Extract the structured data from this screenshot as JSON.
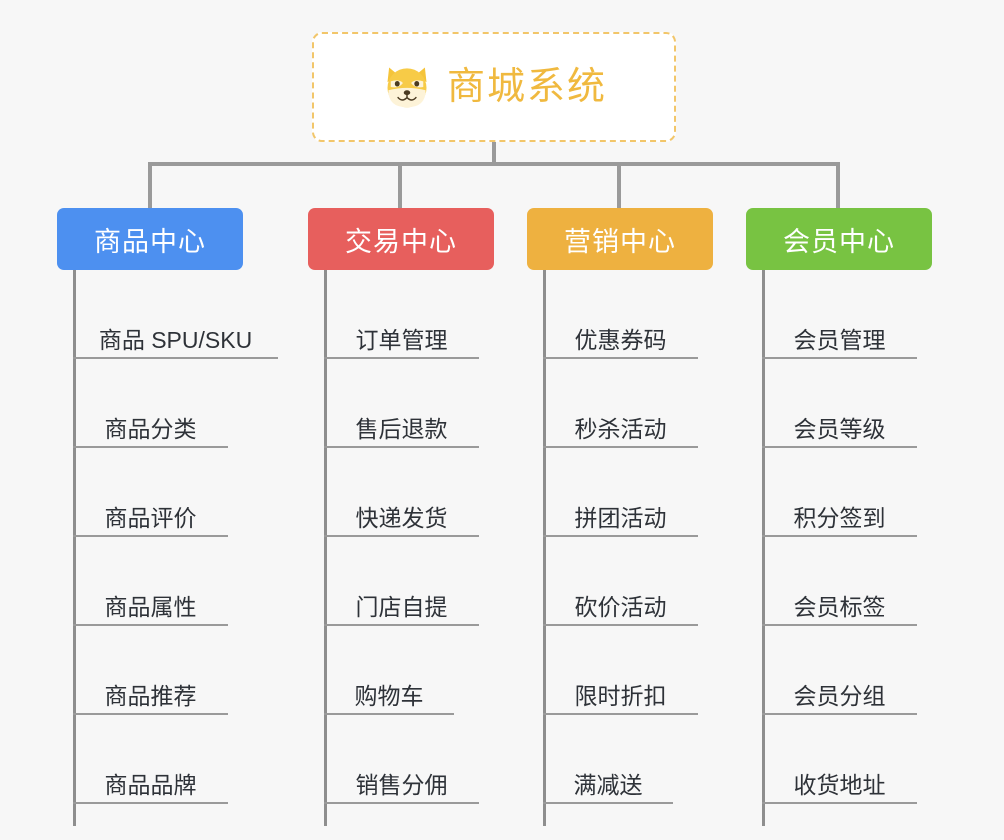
{
  "diagram": {
    "type": "tree",
    "background_color": "#f7f7f7",
    "root": {
      "label": "商城系统",
      "icon": "shiba-dog-emoji",
      "text_color": "#f0b93f",
      "border_color": "#f2c66a",
      "background_color": "#ffffff"
    },
    "connector_color": "#9a9a9a",
    "branches": [
      {
        "label": "商品中心",
        "color": "#4d90f0",
        "items": [
          "商品 SPU/SKU",
          "商品分类",
          "商品评价",
          "商品属性",
          "商品推荐",
          "商品品牌"
        ]
      },
      {
        "label": "交易中心",
        "color": "#e75f5d",
        "items": [
          "订单管理",
          "售后退款",
          "快递发货",
          "门店自提",
          "购物车",
          "销售分佣"
        ]
      },
      {
        "label": "营销中心",
        "color": "#eeb140",
        "items": [
          "优惠券码",
          "秒杀活动",
          "拼团活动",
          "砍价活动",
          "限时折扣",
          "满减送"
        ]
      },
      {
        "label": "会员中心",
        "color": "#78c342",
        "items": [
          "会员管理",
          "会员等级",
          "积分签到",
          "会员标签",
          "会员分组",
          "收货地址"
        ]
      }
    ]
  }
}
